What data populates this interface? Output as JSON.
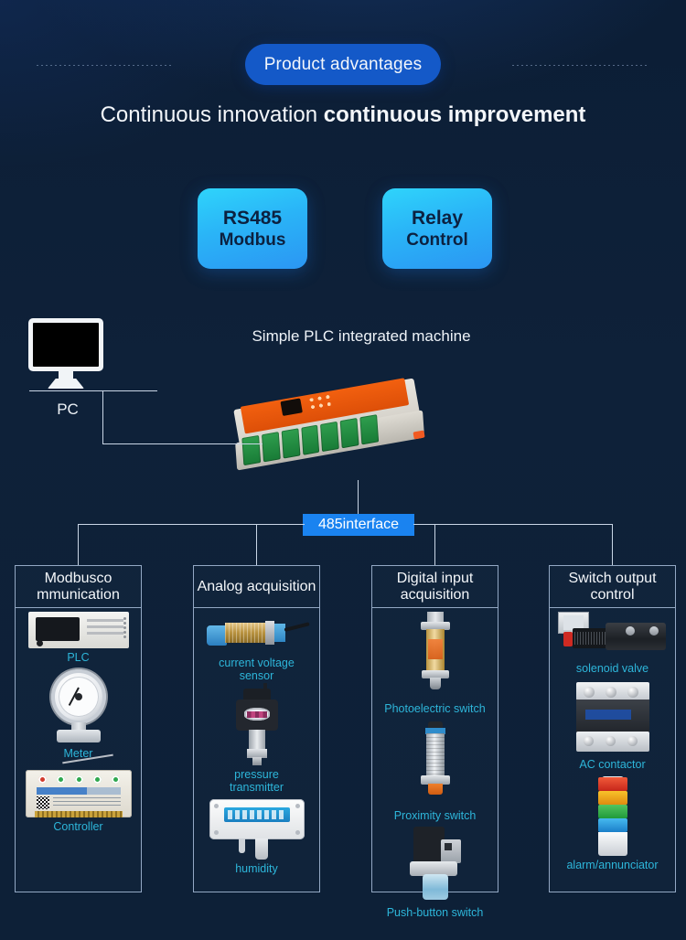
{
  "header": {
    "badge_label": "Product advantages",
    "headline_normal": "Continuous innovation ",
    "headline_bold": "continuous improvement"
  },
  "features": [
    {
      "name": "rs485-modbus",
      "line1": "RS485",
      "line2": "Modbus"
    },
    {
      "name": "relay-control",
      "line1": "Relay",
      "line2": "Control"
    }
  ],
  "diagram": {
    "pc_label": "PC",
    "device_caption": "Simple PLC integrated machine",
    "interface_label": "485interface"
  },
  "columns": [
    {
      "title": "Modbusco\nmmunication",
      "items": [
        {
          "caption": "PLC",
          "icon": "plc-module-icon"
        },
        {
          "caption": "Meter",
          "icon": "pressure-gauge-icon"
        },
        {
          "caption": "Controller",
          "icon": "controller-board-icon"
        }
      ]
    },
    {
      "title": "Analog\nacquisition",
      "items": [
        {
          "caption": "current voltage\nsensor",
          "icon": "cylindrical-sensor-icon"
        },
        {
          "caption": "pressure\ntransmitter",
          "icon": "pressure-transmitter-icon"
        },
        {
          "caption": "humidity",
          "icon": "humidity-transmitter-icon"
        }
      ]
    },
    {
      "title": "Digital input\nacquisition",
      "items": [
        {
          "caption": "Photoelectric switch",
          "icon": "photoelectric-switch-icon"
        },
        {
          "caption": "Proximity switch",
          "icon": "proximity-switch-icon"
        },
        {
          "caption": "Push-button switch",
          "icon": "push-button-switch-icon"
        }
      ]
    },
    {
      "title": "Switch output\ncontrol",
      "items": [
        {
          "caption": "solenoid valve",
          "icon": "solenoid-valve-icon"
        },
        {
          "caption": "AC contactor",
          "icon": "ac-contactor-icon"
        },
        {
          "caption": "alarm/annunciator",
          "icon": "tower-light-icon"
        }
      ]
    }
  ],
  "colors": {
    "background": "#0e2038",
    "badge_blue": "#1459c8",
    "chip_cyan": "#2fd4fb",
    "chip_blue": "#2b96f3",
    "interface_blue": "#1a83f0",
    "caption_cyan": "#2db6da",
    "line_gray": "#c9d6e6"
  }
}
